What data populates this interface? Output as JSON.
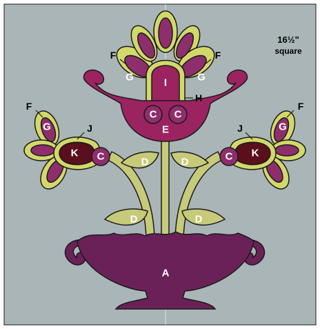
{
  "size_note": {
    "line1": "16½\"",
    "line2": "square"
  },
  "colors": {
    "background": "#a9b5b6",
    "outline": "#1a1a1a",
    "vase_plum": "#6a2158",
    "flower_magenta": "#9b2360",
    "center_dark": "#5a0f1d",
    "leaf_green": "#c6ca79",
    "bright_green": "#d2d86a",
    "petal_purple": "#8e2e6c"
  },
  "labels": {
    "A": "A",
    "C": "C",
    "D": "D",
    "E": "E",
    "F": "F",
    "G": "G",
    "H": "H",
    "I": "I",
    "J": "J",
    "K": "K"
  }
}
